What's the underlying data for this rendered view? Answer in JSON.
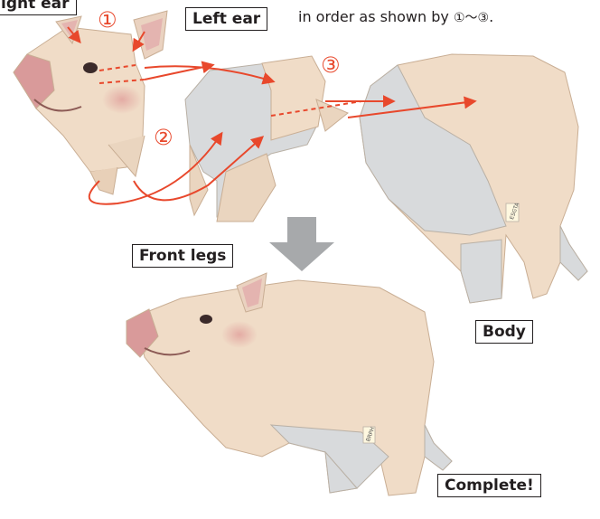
{
  "labels": {
    "right_ear": "ight ear",
    "left_ear": "Left ear",
    "front_legs": "Front legs",
    "body": "Body",
    "complete": "Complete!"
  },
  "instruction": {
    "prefix": "in order as shown by",
    "range_start": "①",
    "range_sep": "～",
    "range_end": "③",
    "suffix": "."
  },
  "steps": {
    "s1": "①",
    "s2": "②",
    "s3": "③"
  },
  "tags": {
    "front": "ESGTA",
    "back": "BRPH"
  },
  "colors": {
    "skin": "#f0dcc7",
    "skin_dark": "#e3c8ad",
    "inner": "#d8dadc",
    "cheek": "#e2a6a0",
    "snout": "#c98a8b",
    "arrow": "#e8482c",
    "outline": "#231f20",
    "big_arrow": "#a7a9ab"
  }
}
